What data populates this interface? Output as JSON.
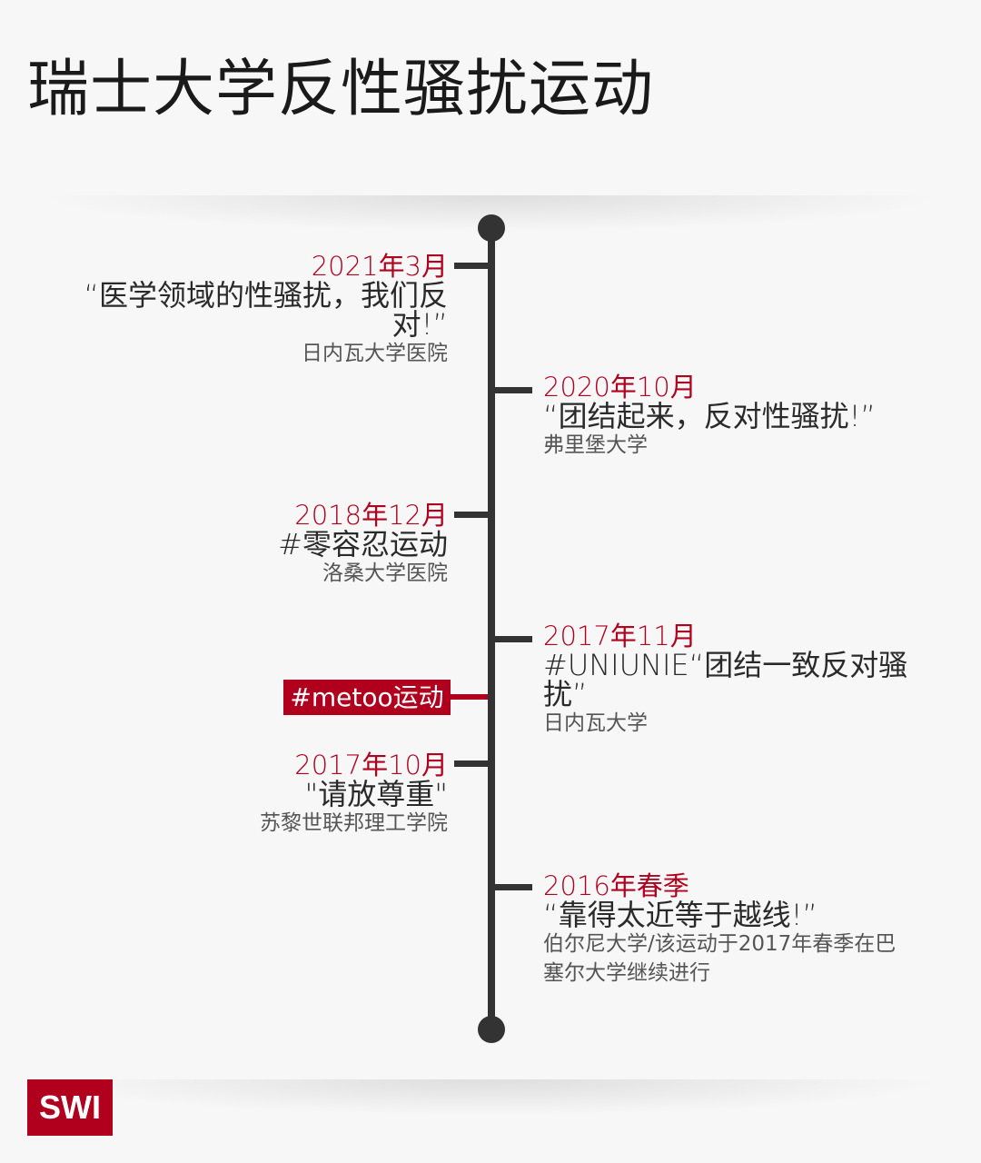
{
  "title": "瑞士大学反性骚扰运动",
  "colors": {
    "accent": "#b0001e",
    "axis": "#333333",
    "background": "#f7f7f7"
  },
  "timeline": [
    {
      "date": "2021年3月",
      "quote": [
        "“医学领域的性骚扰，我们反",
        "对!”"
      ],
      "source": [
        "日内瓦大学医院"
      ]
    },
    {
      "date": "2020年10月",
      "quote": [
        "“团结起来，反对性骚扰!”"
      ],
      "source": [
        "弗里堡大学"
      ]
    },
    {
      "date": "2018年12月",
      "quote": [
        "#零容忍运动"
      ],
      "source": [
        "洛桑大学医院"
      ]
    },
    {
      "date": "2017年11月",
      "quote": [
        "#UNIUNIE“团结一致反对骚",
        "扰”"
      ],
      "source": [
        "日内瓦大学"
      ]
    },
    {
      "date": "2017年10月",
      "quote": [
        "\"请放尊重\""
      ],
      "source": [
        "苏黎世联邦理工学院"
      ]
    },
    {
      "date": "2016年春季",
      "quote": [
        "“靠得太近等于越线!”"
      ],
      "source": [
        "伯尔尼大学/该运动于2017年春季在巴",
        "塞尔大学继续进行"
      ]
    }
  ],
  "highlight": "#metoo运动",
  "logo": "SWI"
}
